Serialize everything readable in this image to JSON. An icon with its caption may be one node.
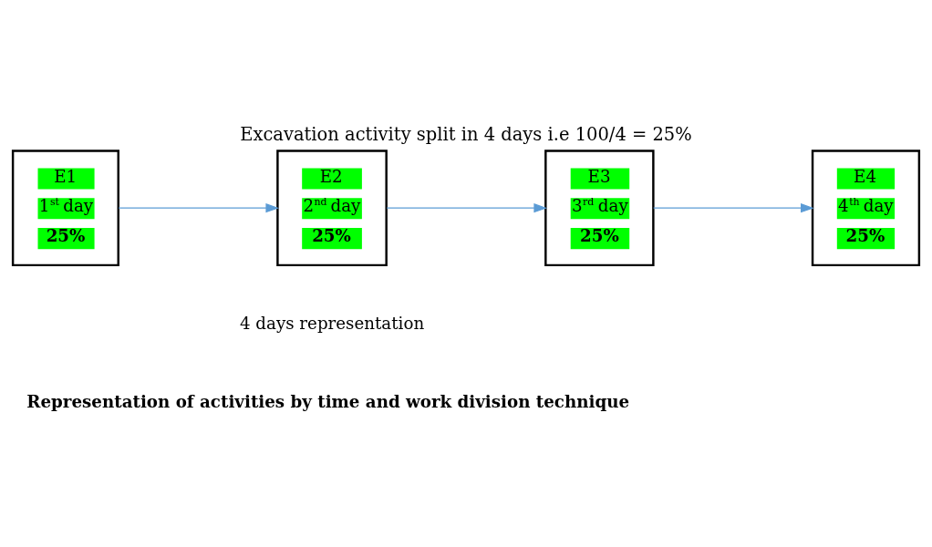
{
  "diagram": {
    "title": "Excavation activity split in 4 days i.e 100/4 = 25%",
    "caption": "Representation of activities by time and work division technique",
    "nodes": [
      {
        "text": [
          "E1",
          "1$^{st}$ day",
          "25%"
        ]
      },
      {
        "text": [
          "E2",
          "2$^{nd}$ day",
          "25%"
        ]
      },
      {
        "text": [
          "E3",
          "3$^{rd}$ day",
          "25%"
        ]
      },
      {
        "text": [
          "E4",
          "4$^{th}$ day",
          "25%"
        ]
      }
    ],
    "edges": [
      {
        "from": 0,
        "to": 1,
        "arrow": "to",
        "color": "#5b9bd5"
      },
      {
        "from": 1,
        "to": 2,
        "arrow": "to",
        "color": "#5b9bd5"
      },
      {
        "from": 2,
        "to": 3,
        "arrow": "to",
        "color": "#5b9bd5"
      }
    ],
    "labels": [
      "4 days representation"
    ]
  }
}
